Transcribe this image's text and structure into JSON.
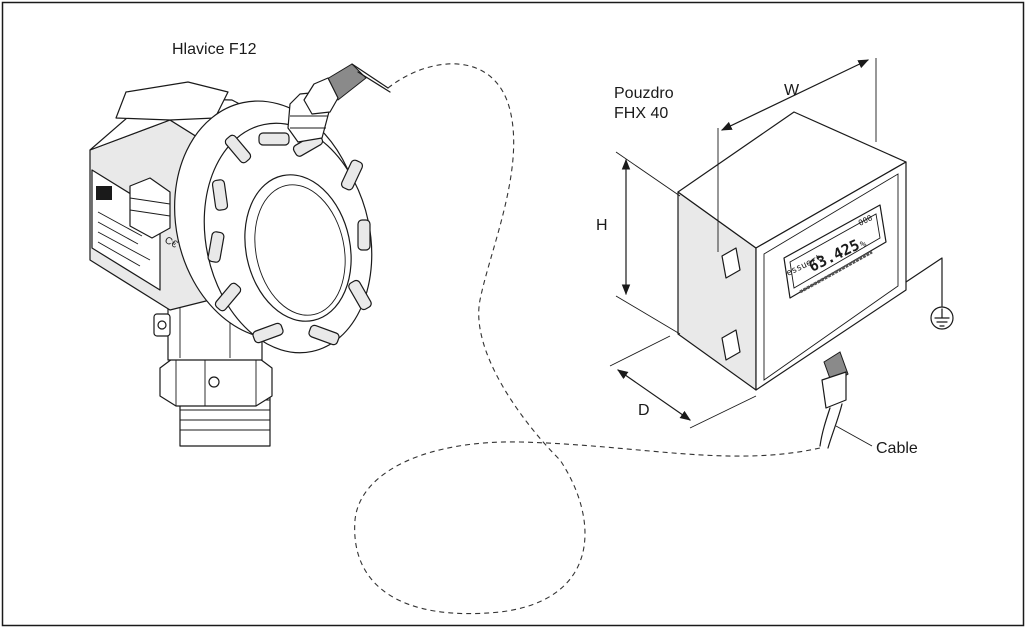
{
  "labels": {
    "head": "Hlavice F12",
    "housing_line1": "Pouzdro",
    "housing_line2": "FHX 40",
    "width": "W",
    "height": "H",
    "depth": "D",
    "cable": "Cable"
  },
  "display": {
    "caption": "essuert",
    "value": "63.425",
    "unit": "%",
    "code": "000"
  },
  "icons": {
    "ground": "ground-symbol-icon"
  }
}
